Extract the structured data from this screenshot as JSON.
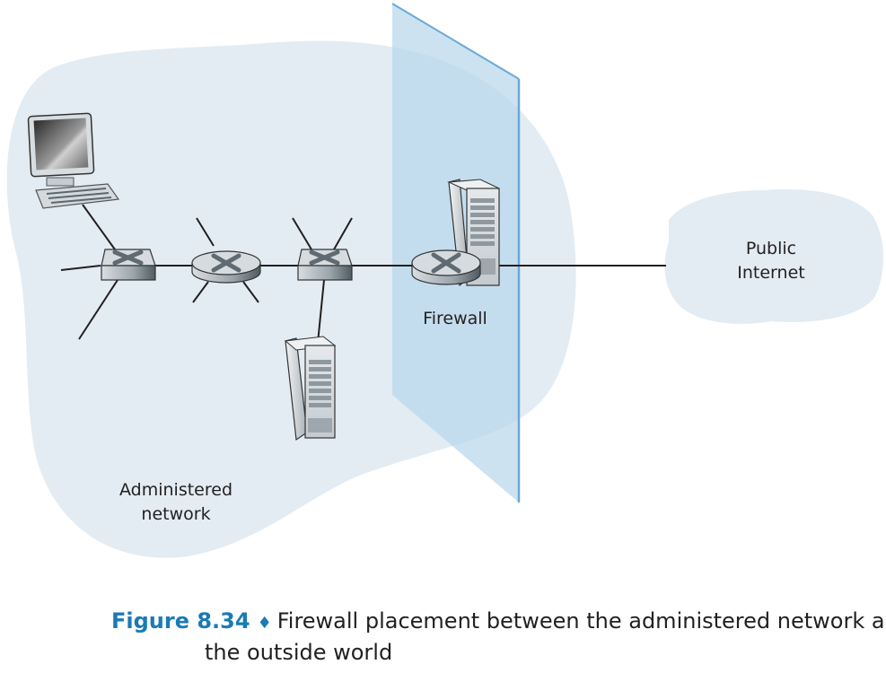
{
  "labels": {
    "administered_network": [
      "Administered",
      "network"
    ],
    "public_internet": [
      "Public",
      "Internet"
    ],
    "firewall": "Firewall"
  },
  "caption": {
    "figure_number": "Figure 8.34",
    "separator": "♦",
    "text_line1": "Firewall placement between the administered network and",
    "text_line2": "the outside world"
  },
  "colors": {
    "network_cloud": "#e3ecf3",
    "internet_cloud": "#e3ecf3",
    "firewall_plane": "#b9d7ec",
    "firewall_edge": "#6aa9d6",
    "caption_accent": "#1a7bb5",
    "link": "#231f20"
  },
  "components": [
    {
      "type": "host",
      "name": "workstation"
    },
    {
      "type": "switch",
      "name": "switch-1"
    },
    {
      "type": "router",
      "name": "router-1"
    },
    {
      "type": "switch",
      "name": "switch-2"
    },
    {
      "type": "server",
      "name": "internal-server"
    },
    {
      "type": "router",
      "name": "firewall-router"
    },
    {
      "type": "server",
      "name": "firewall-server"
    }
  ]
}
